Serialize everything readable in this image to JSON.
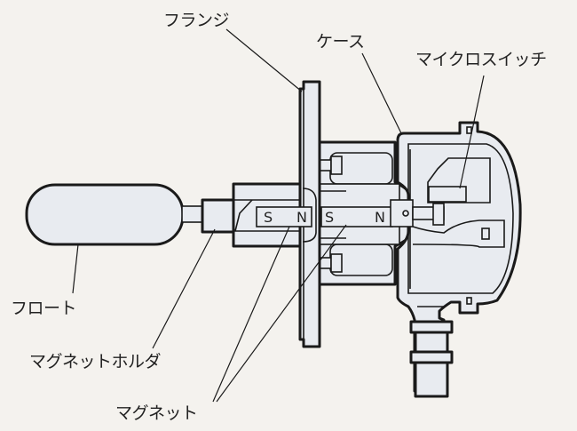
{
  "labels": {
    "flange": "フランジ",
    "case": "ケース",
    "micro_switch": "マイクロスイッチ",
    "float": "フロート",
    "magnet_holder": "マグネットホルダ",
    "magnet": "マグネット"
  },
  "poles": {
    "holder_magnet": [
      "S",
      "N"
    ],
    "inner_magnet": [
      "S",
      "N"
    ]
  },
  "colors": {
    "background": "#f4f2ee",
    "part_fill": "#e8ebf0",
    "line": "#1a1a1a"
  }
}
